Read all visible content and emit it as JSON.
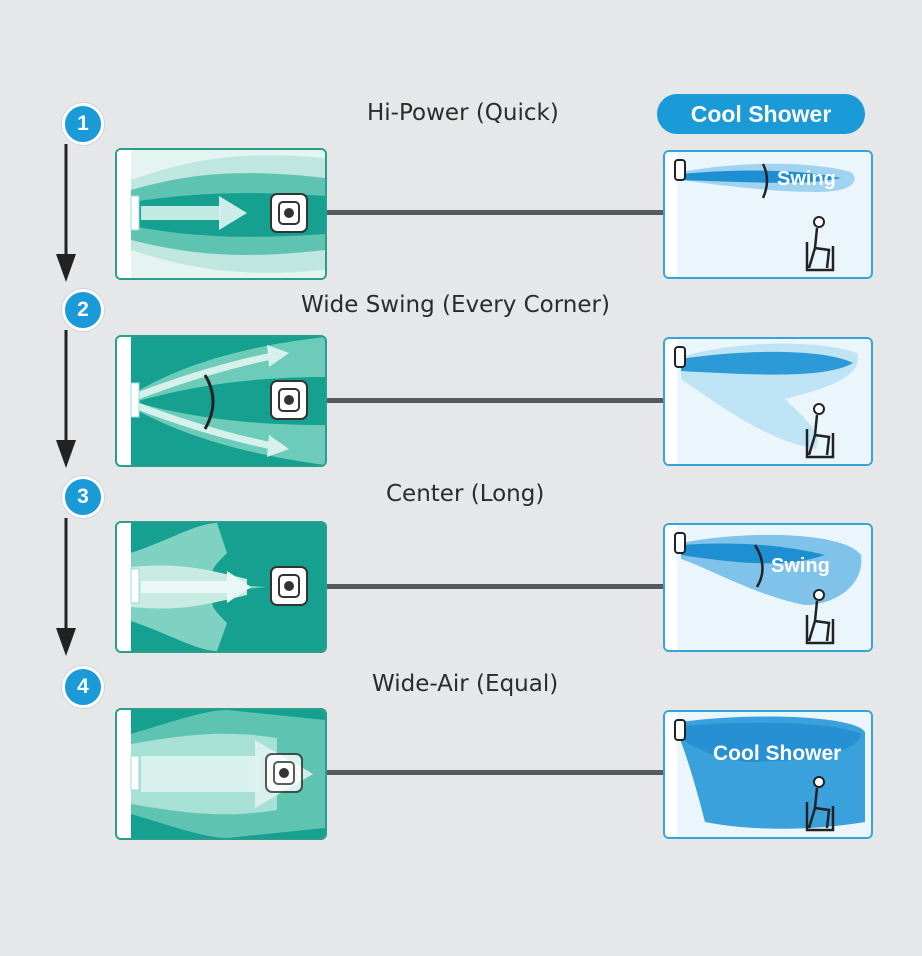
{
  "header": {
    "cool_shower_label": "Cool Shower"
  },
  "rows": [
    {
      "number": "1",
      "title": "Hi-Power (Quick)",
      "right_label": "Swing"
    },
    {
      "number": "2",
      "title": "Wide Swing (Every Corner)",
      "right_label": ""
    },
    {
      "number": "3",
      "title": "Center (Long)",
      "right_label": "Swing"
    },
    {
      "number": "4",
      "title": "Wide-Air (Equal)",
      "right_label": "Cool Shower"
    }
  ],
  "colors": {
    "badge": "#1a9ad7",
    "teal": "#15a090",
    "panel_border_left": "#2a9e8c",
    "panel_border_right": "#36a4d7",
    "airflow_blue": "#1e8fd0",
    "connector": "#555a5e",
    "arrow": "#222222"
  },
  "icons": [
    "down-arrow-icon",
    "air-conditioner-icon",
    "sofa-icon",
    "seated-person-icon",
    "swing-arc-icon"
  ]
}
